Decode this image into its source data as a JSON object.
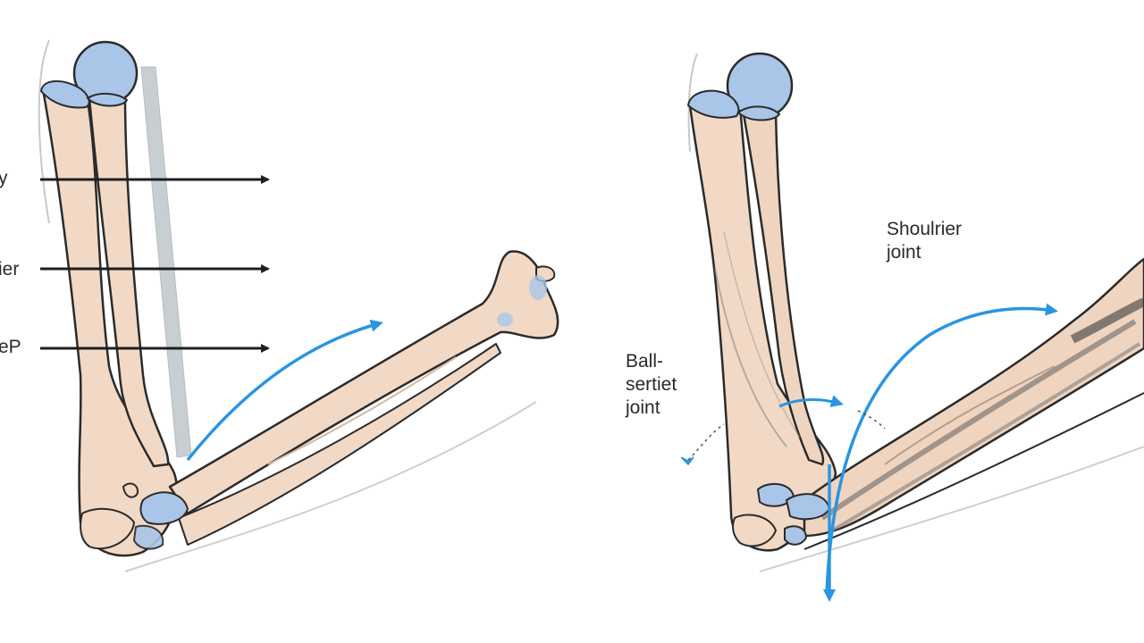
{
  "left_panel": {
    "labels": [
      "y",
      "ier",
      "eP"
    ]
  },
  "right_panel": {
    "shoulder_label": "Shoulrier\njoint",
    "ball_label": "Ball-\nsertiet\njoint"
  },
  "colors": {
    "bone_fill": "#f1d9c6",
    "bone_outline": "#2b2b2b",
    "cartilage_blue": "#a9c6e8",
    "arrow_blue": "#2a95e0",
    "pointer_black": "#1f1f1f",
    "guide_gray": "#c7cfd3",
    "muscle_gray": "#6e6e6e"
  }
}
